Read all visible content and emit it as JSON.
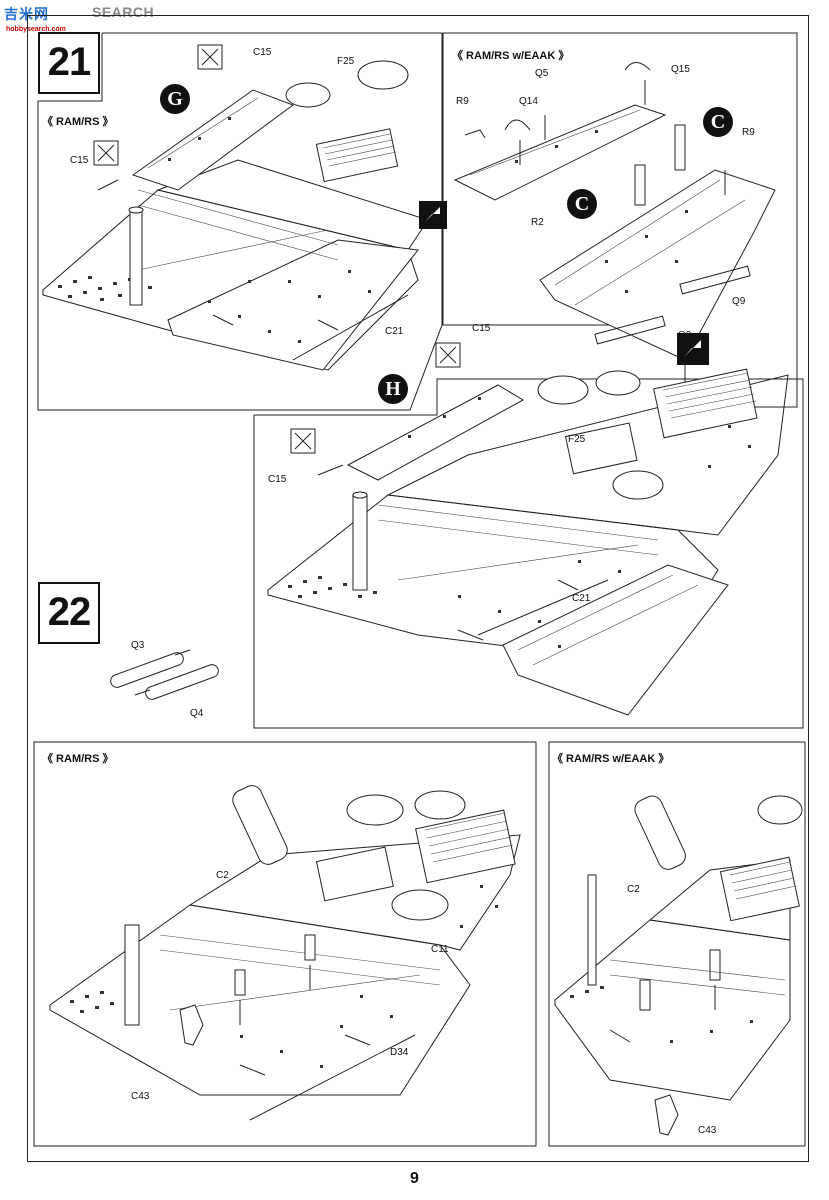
{
  "watermark": {
    "logo_text": "吉米网",
    "search_text": "SEARCH",
    "url_text": "hobbysearch.com"
  },
  "page_number": "9",
  "steps": [
    {
      "number": "21"
    },
    {
      "number": "22"
    }
  ],
  "variants": {
    "ram_rs": "《 RAM/RS 》",
    "ram_rs_eaak": "《 RAM/RS w/EAAK 》"
  },
  "step21_ramrs": {
    "callout": "G",
    "parts": [
      "C15",
      "F25",
      "C15",
      "C21"
    ]
  },
  "step21_eaak": {
    "callouts": [
      "C",
      "C"
    ],
    "parts": [
      "Q5",
      "Q15",
      "R9",
      "Q14",
      "R9",
      "R2",
      "Q9",
      "Q9"
    ]
  },
  "step21_main": {
    "callout": "H",
    "parts": [
      "C15",
      "C15",
      "F25",
      "C21"
    ]
  },
  "step22": {
    "parts": [
      "Q3",
      "Q4"
    ]
  },
  "bottom_ramrs": {
    "parts": [
      "C2",
      "C11",
      "D34",
      "C43"
    ]
  },
  "bottom_eaak": {
    "parts": [
      "C2",
      "C43"
    ]
  },
  "colors": {
    "line": "#222222",
    "background": "#ffffff",
    "watermark_blue": "#1d6fd0"
  }
}
